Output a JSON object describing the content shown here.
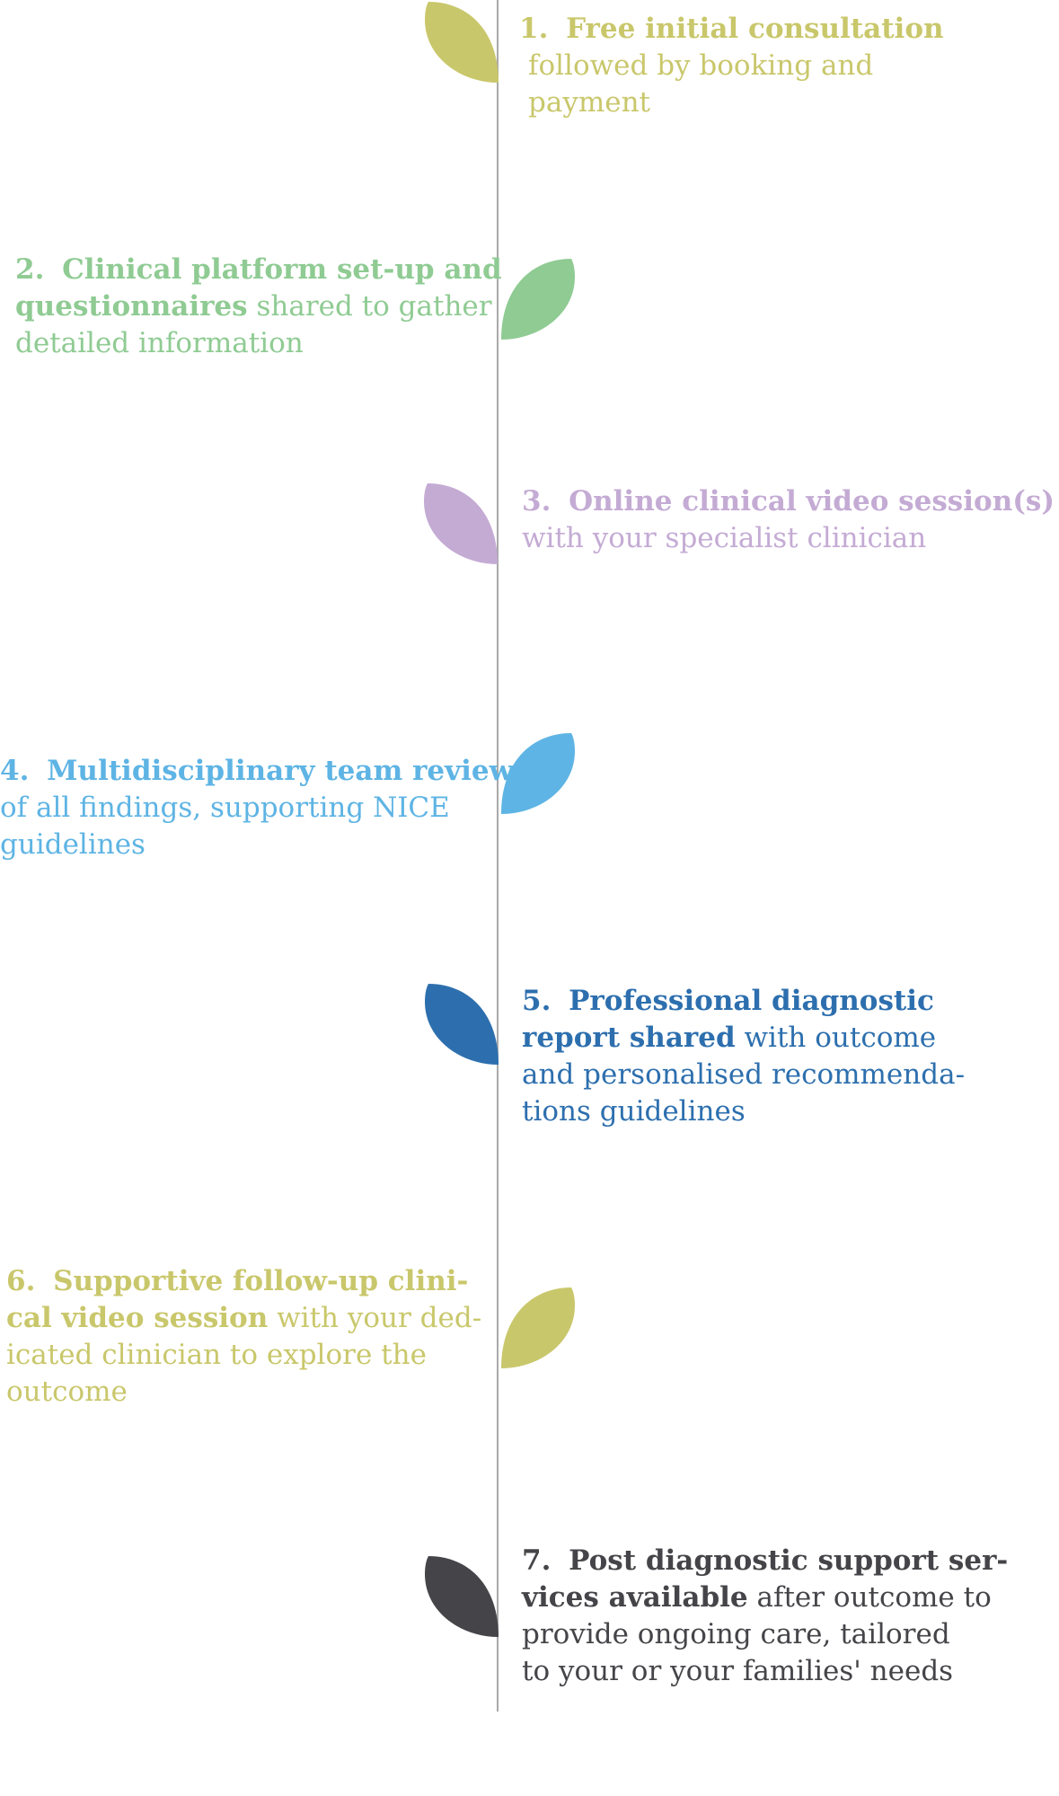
{
  "steps": [
    {
      "number": "1.",
      "color": "#c9c76b",
      "lines": [
        {
          "bold": "Free initial consultation",
          "rest": ""
        },
        {
          "bold": "",
          "rest": "followed by booking and"
        },
        {
          "bold": "",
          "rest": "payment"
        }
      ]
    },
    {
      "number": "2.",
      "color": "#8fcb93",
      "lines": [
        {
          "bold": "Clinical platform set-up and",
          "rest": ""
        },
        {
          "bold": "questionnaires",
          "rest": " shared to gather"
        },
        {
          "bold": "",
          "rest": "detailed information"
        }
      ]
    },
    {
      "number": "3.",
      "color": "#c4abd4",
      "lines": [
        {
          "bold": "Online clinical video session(s)",
          "rest": ""
        },
        {
          "bold": "",
          "rest": "with your specialist clinician"
        }
      ]
    },
    {
      "number": "4.",
      "color": "#5eb4e4",
      "lines": [
        {
          "bold": "Multidisciplinary team review",
          "rest": ""
        },
        {
          "bold": "",
          "rest": "of all findings, supporting NICE"
        },
        {
          "bold": "",
          "rest": "guidelines"
        }
      ]
    },
    {
      "number": "5.",
      "color": "#2d6fae",
      "lines": [
        {
          "bold": "Professional diagnostic",
          "rest": ""
        },
        {
          "bold": "report shared",
          "rest": " with outcome"
        },
        {
          "bold": "",
          "rest": "and personalised recommenda-"
        },
        {
          "bold": "",
          "rest": "tions guidelines"
        }
      ]
    },
    {
      "number": "6.",
      "color": "#c9c76b",
      "lines": [
        {
          "bold": "Supportive follow-up clini-",
          "rest": ""
        },
        {
          "bold": "cal video session",
          "rest": " with your ded-"
        },
        {
          "bold": "",
          "rest": "icated clinician to explore the"
        },
        {
          "bold": "",
          "rest": "outcome"
        }
      ]
    },
    {
      "number": "7.",
      "color": "#454549",
      "lines": [
        {
          "bold": "Post diagnostic support ser-",
          "rest": ""
        },
        {
          "bold": "vices available",
          "rest": " after outcome to"
        },
        {
          "bold": "",
          "rest": "provide ongoing care, tailored"
        },
        {
          "bold": "",
          "rest": "to your or your families' needs"
        }
      ]
    }
  ]
}
